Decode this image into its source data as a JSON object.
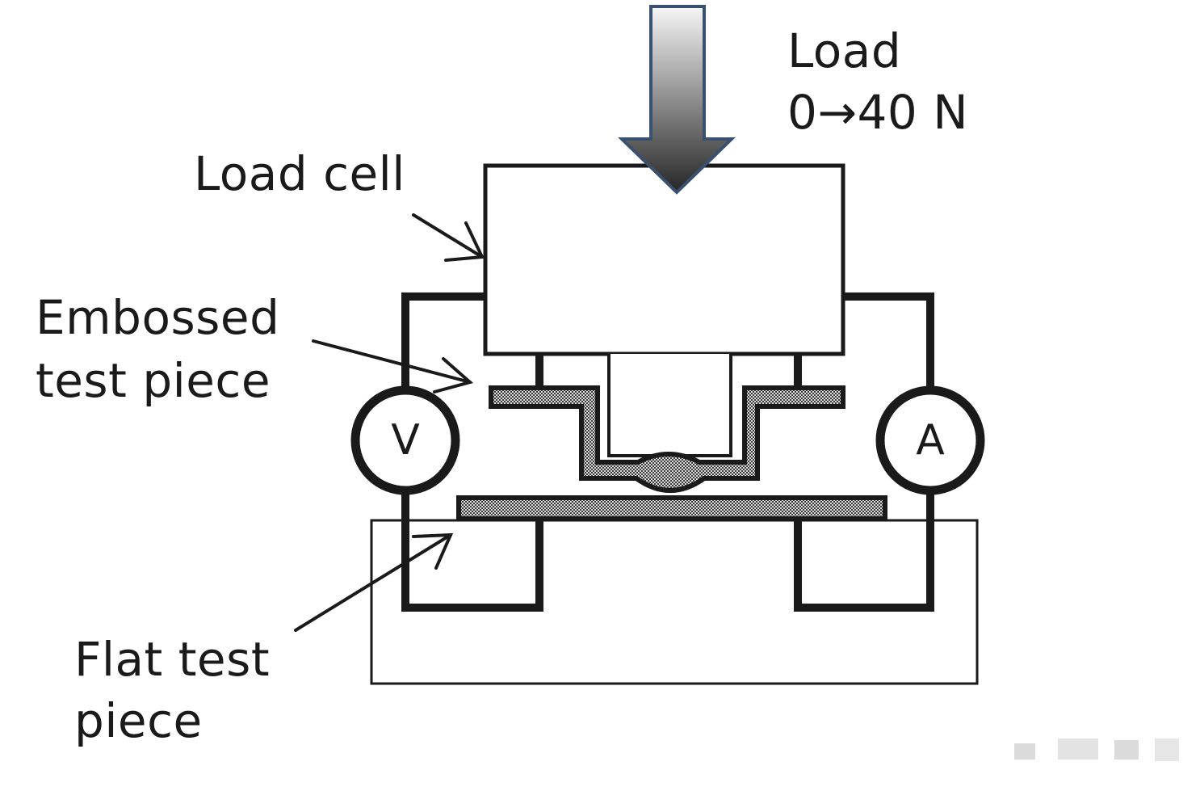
{
  "labels": {
    "load_title": "Load",
    "load_range": "0→40 N",
    "load_cell": "Load cell",
    "embossed_line1": "Embossed",
    "embossed_line2": "test piece",
    "flat_line1": "Flat test",
    "flat_line2": "piece"
  },
  "meters": {
    "voltmeter": "V",
    "ammeter": "A"
  },
  "colors": {
    "line": "#1a1a1a",
    "arrow_top": "#f4f4f4",
    "arrow_bottom": "#2a2a2a",
    "arrow_outline": "#3a5070",
    "hatch_dark": "#3a3a3a",
    "hatch_light": "#d8d8d8"
  }
}
